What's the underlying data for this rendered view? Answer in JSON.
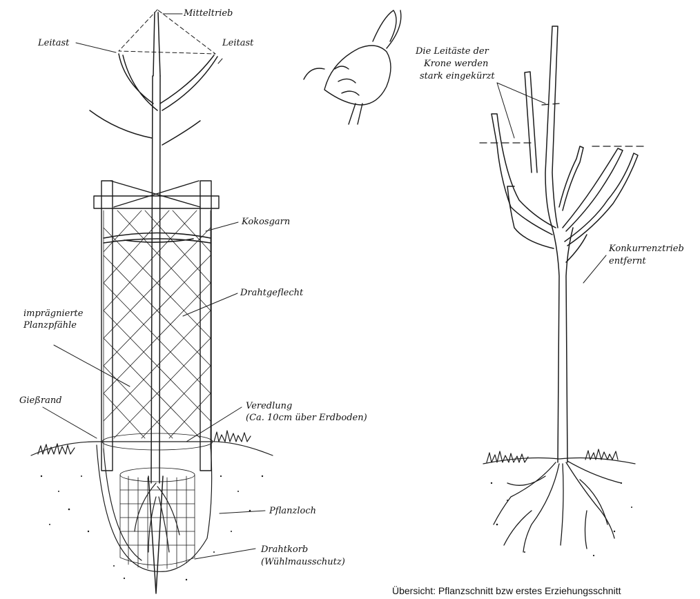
{
  "left_labels": {
    "mitteltrieb": "Mitteltrieb",
    "leitast_left": "Leitast",
    "leitast_right": "Leitast",
    "kokosgarn": "Kokosgarn",
    "drahtgeflecht": "Drahtgeflecht",
    "pfaehle_line1": "imprägnierte",
    "pfaehle_line2": "Planzpfähle",
    "giessrand": "Gießrand",
    "veredlung_line1": "Veredlung",
    "veredlung_line2": "(Ca. 10cm über Erdboden)",
    "pflanzloch": "Pflanzloch",
    "drahtkorb_line1": "Drahtkorb",
    "drahtkorb_line2": "(Wühlmausschutz)"
  },
  "right_labels": {
    "leitaeste_line1": "Die Leitäste der",
    "leitaeste_line2": "Krone werden",
    "leitaeste_line3": "stark eingekürzt",
    "konkurrenz_line1": "Konkurrenztrieb",
    "konkurrenz_line2": "entfernt"
  },
  "caption": "Übersicht: Pflanzschnitt bzw erstes Erziehungsschnitt",
  "colors": {
    "ink": "#1a1a1a",
    "paper": "#ffffff"
  }
}
